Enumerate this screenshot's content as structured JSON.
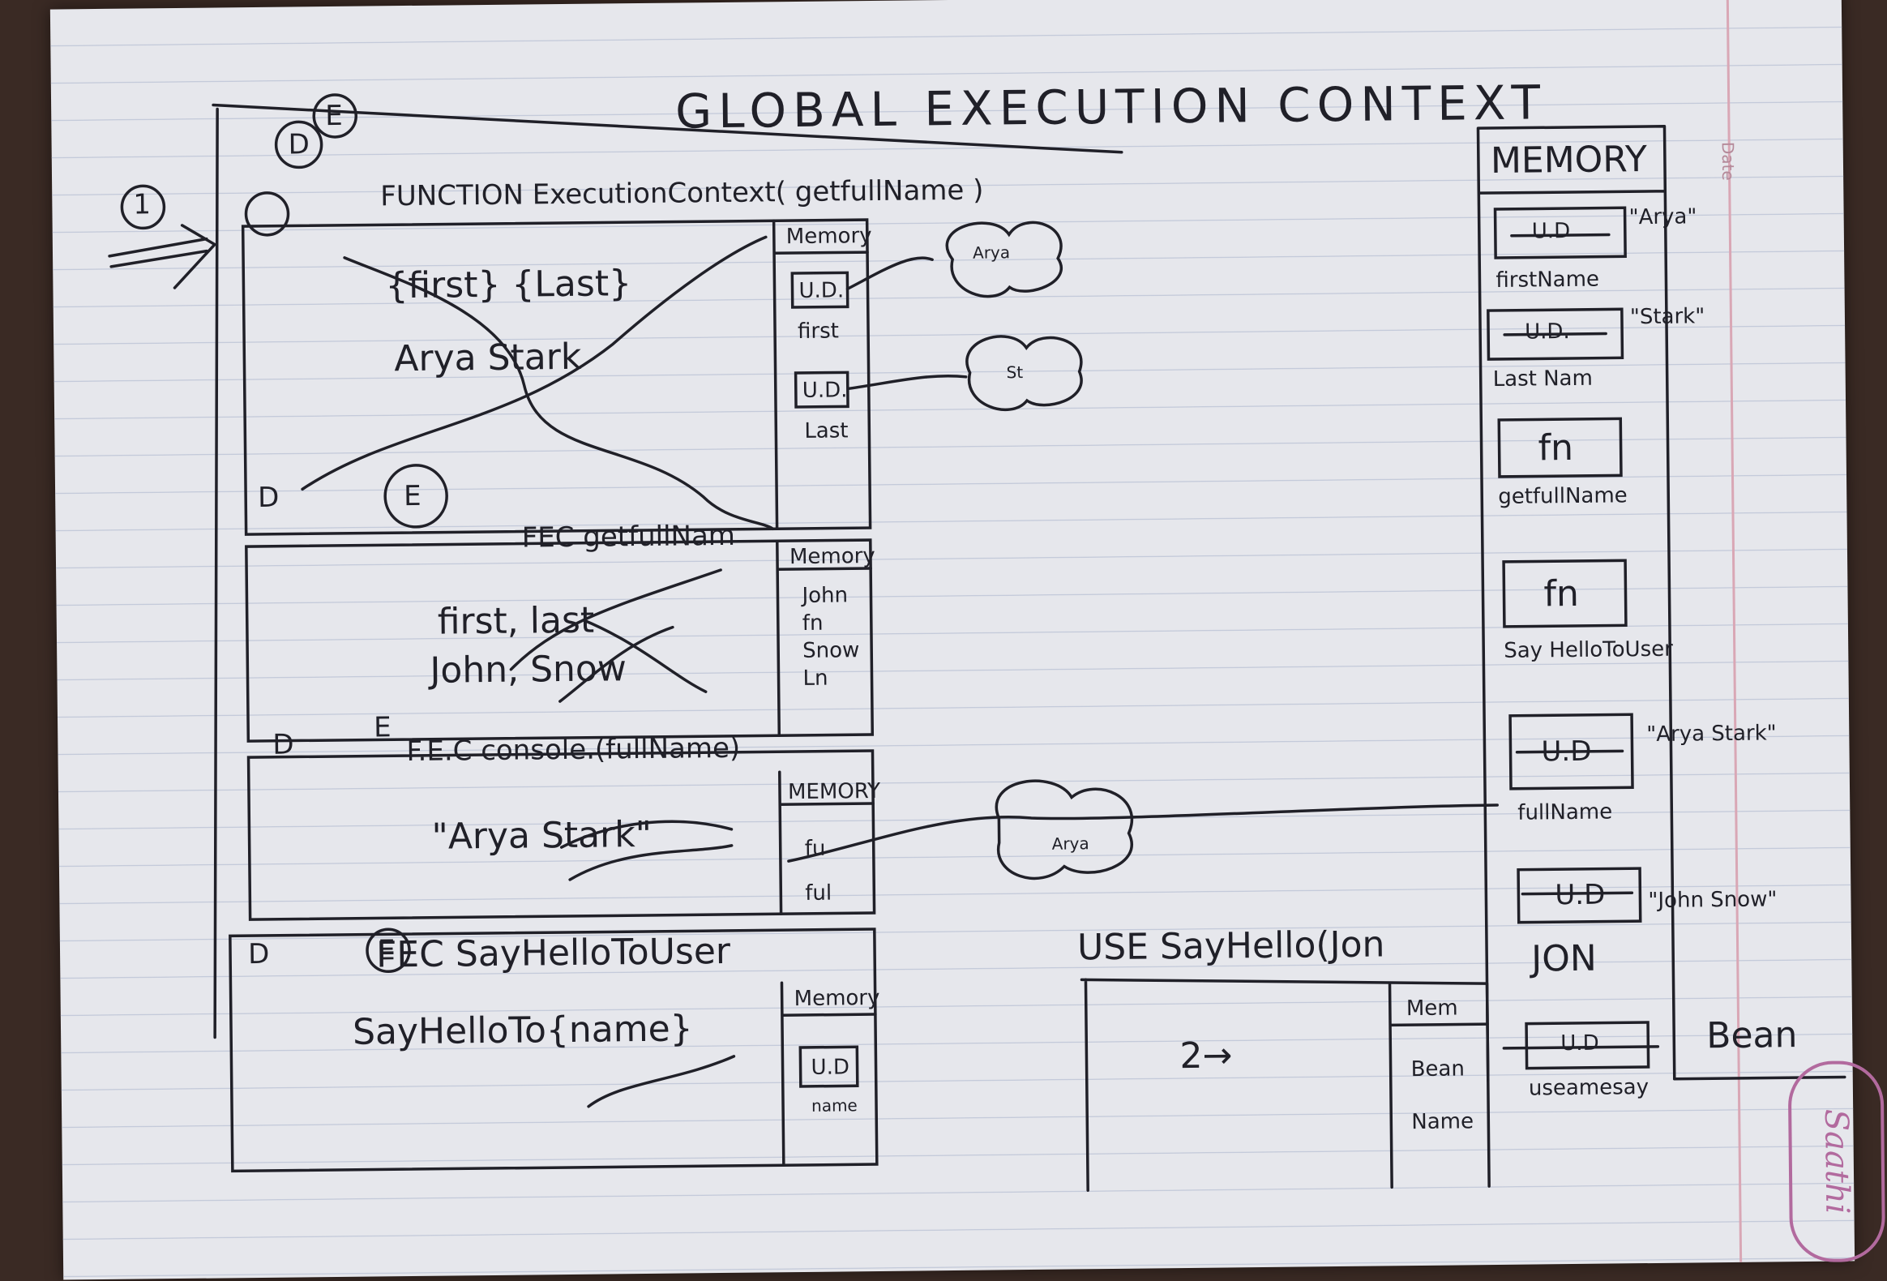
{
  "page_title": "GLOBAL EXECUTION CONTEXT",
  "step_marker": "1",
  "date_label": "Date",
  "memory": {
    "heading": "MEMORY",
    "slots": [
      {
        "cell": "U.D",
        "name": "firstName",
        "assigned": "\"Arya\""
      },
      {
        "cell": "U.D.",
        "name": "Last Nam",
        "assigned": "\"Stark\""
      },
      {
        "cell": "fn",
        "name": "getfullName",
        "assigned": ""
      },
      {
        "cell": "fn",
        "name": "Say HelloToUser",
        "assigned": ""
      },
      {
        "cell": "U.D",
        "name": "fullName",
        "assigned": "\"Arya Stark\""
      },
      {
        "cell": "U.D",
        "name": "JON",
        "assigned": "\"John Snow\""
      },
      {
        "cell": "U.D",
        "name": "useamesay",
        "assigned": "Bean"
      }
    ]
  },
  "contexts": [
    {
      "title": "FUNCTION ExecutionContext( getfullName )",
      "param_line": "{first} {Last}",
      "value_line": "Arya   Stark",
      "markers": [
        "D",
        "E"
      ],
      "memory_heading": "Memory",
      "cells": [
        {
          "value": "U.D.",
          "label": "first",
          "cloud": "Arya"
        },
        {
          "value": "U.D.",
          "label": "Last",
          "cloud": "St"
        }
      ]
    },
    {
      "title": "FEC  getfullNam",
      "param_line": "first, last",
      "value_line": "John, Snow",
      "markers": [
        "D",
        "E"
      ],
      "memory_heading": "Memory",
      "cells": [
        {
          "value": "John"
        },
        {
          "value": "fn"
        },
        {
          "value": "Snow"
        },
        {
          "value": "Ln"
        }
      ]
    },
    {
      "title": "F.E.C  console.(fullName)",
      "value_line": "\"Arya Stark\"",
      "markers": [
        "D",
        "E"
      ],
      "memory_heading": "MEMORY",
      "cells": [
        {
          "value": "fu"
        },
        {
          "value": "ful"
        }
      ],
      "cloud": "Arya"
    },
    {
      "title": "FEC  SayHelloToUser",
      "param_line": "SayHelloTo{name}",
      "markers": [
        "D",
        "E"
      ],
      "memory_heading": "Memory",
      "cells": [
        {
          "value": "U.D",
          "label": "name"
        }
      ]
    }
  ],
  "use_box": {
    "title": "USE  SayHello(Jon",
    "body": "2→",
    "memory_heading": "Mem",
    "cells": [
      {
        "value": "Bean"
      },
      {
        "value": "Name"
      }
    ]
  }
}
